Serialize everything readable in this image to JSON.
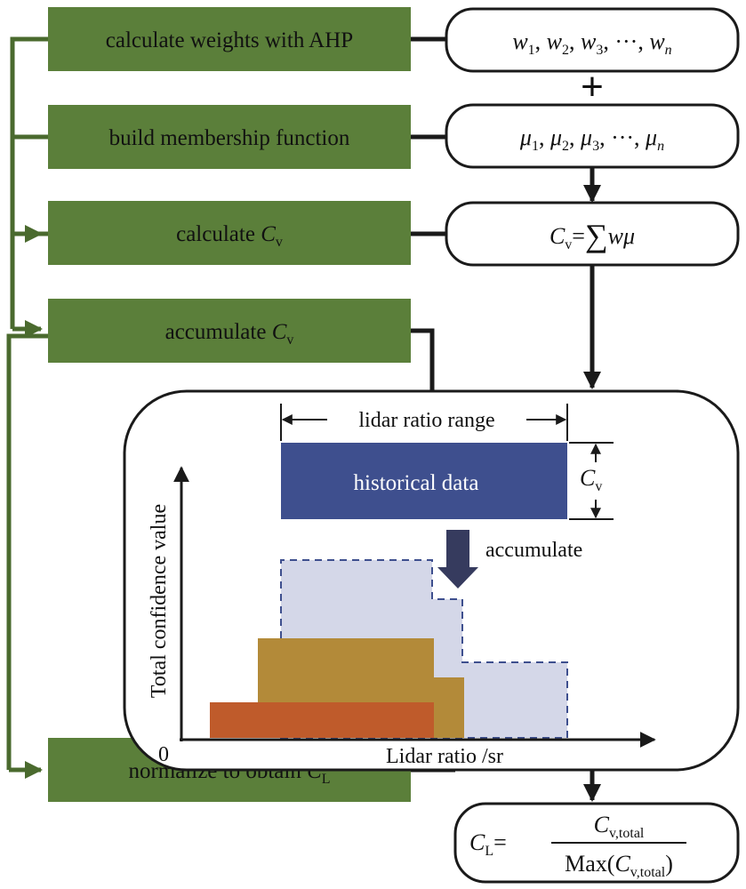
{
  "colors": {
    "step_fill": "#5b7f3a",
    "connector": "#4a6a2e",
    "arrow": "#1a1a1a",
    "historical_fill": "#3e4f8e",
    "accumulated_fill": "#d4d7e8",
    "layer_gold": "#b38a39",
    "layer_red": "#bf5b2b",
    "down_arrow": "#363b5e"
  },
  "steps": [
    {
      "label": "calculate weights with AHP"
    },
    {
      "label": "build membership function"
    },
    {
      "label": "calculate ",
      "var": "C",
      "sub": "v"
    },
    {
      "label": "accumulate ",
      "var": "C",
      "sub": "v"
    },
    {
      "label": "normalize to obtain ",
      "var": "C",
      "sub": "L"
    }
  ],
  "formulas": {
    "weights": {
      "items": [
        {
          "sym": "w",
          "sub": "1"
        },
        {
          "sym": "w",
          "sub": "2"
        },
        {
          "sym": "w",
          "sub": "3"
        },
        {
          "sym": "w",
          "sub": "n"
        }
      ],
      "separator": ", ",
      "ellipsis": "···"
    },
    "plus": "+",
    "membership": {
      "items": [
        {
          "sym": "μ",
          "sub": "1"
        },
        {
          "sym": "μ",
          "sub": "2"
        },
        {
          "sym": "μ",
          "sub": "3"
        },
        {
          "sym": "μ",
          "sub": "n"
        }
      ],
      "separator": ", ",
      "ellipsis": "···"
    },
    "cv": {
      "lhs": "C",
      "lhs_sub": "v",
      "eq": "=",
      "sum": "∑",
      "rhs": "wμ"
    },
    "cl": {
      "lhs": "C",
      "lhs_sub": "L",
      "eq": "=",
      "num": "C",
      "num_sub": "v,total",
      "den_pre": "Max(",
      "den": "C",
      "den_sub": "v,total",
      "den_post": ")"
    }
  },
  "chart": {
    "range_label": "lidar ratio range",
    "historical_label": "historical data",
    "height_label": "C",
    "height_sub": "v",
    "accumulate_label": "accumulate",
    "y_label": "Total confidence value",
    "x_label": "Lidar ratio /sr",
    "origin_label": "0"
  }
}
